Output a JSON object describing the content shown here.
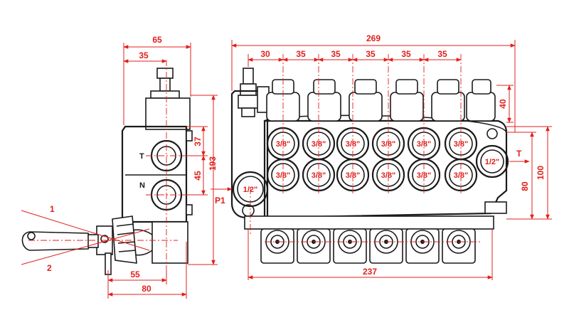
{
  "colors": {
    "outline": "#1a1a1a",
    "dimension": "#e0201c",
    "background": "#ffffff"
  },
  "side_view": {
    "dim_top_width": "65",
    "dim_top_inner": "35",
    "dim_height_total": "193",
    "dim_height_upper": "37",
    "dim_height_lower": "45",
    "dim_bottom_inner": "55",
    "dim_bottom_width": "80",
    "port_t": "T",
    "port_n": "N",
    "lever_pos_1": "1",
    "lever_pos_2": "2"
  },
  "front_view": {
    "dim_total_width": "269",
    "dim_first_pitch": "30",
    "dim_pitches": [
      "35",
      "35",
      "35",
      "35",
      "35"
    ],
    "dim_cap_height": "40",
    "dim_height_100": "100",
    "dim_height_80": "80",
    "dim_bottom_width": "237",
    "work_ports_top": [
      "3/8\"",
      "3/8\"",
      "3/8\"",
      "3/8\"",
      "3/8\"",
      "3/8\""
    ],
    "work_ports_bottom": [
      "3/8\"",
      "3/8\"",
      "3/8\"",
      "3/8\"",
      "3/8\"",
      "3/8\""
    ],
    "inlet_port": "1/2\"",
    "outlet_port": "1/2\"",
    "label_p1": "P1",
    "label_t": "T"
  }
}
